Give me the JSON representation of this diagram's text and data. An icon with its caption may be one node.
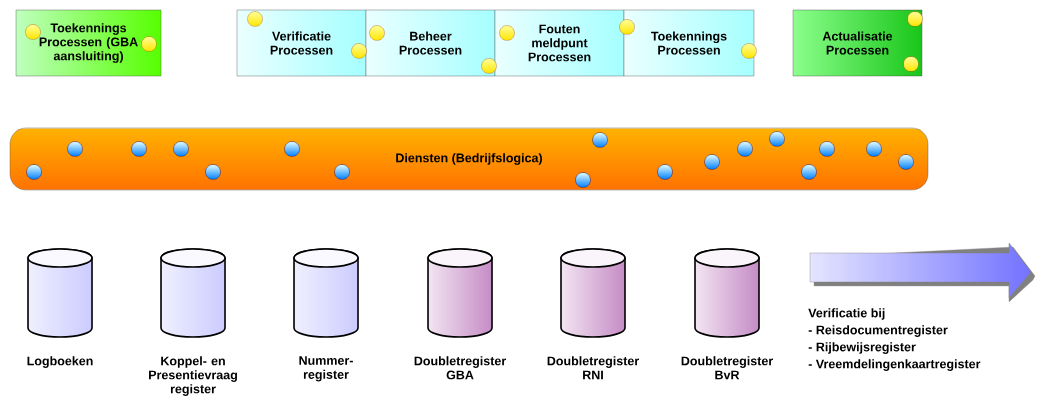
{
  "diagram": {
    "nodes": [
      {
        "text": [
          "Toekennings Processen (GBA aansluiting)"
        ]
      },
      {
        "text": [
          "Verificatie Processen"
        ]
      },
      {
        "text": [
          "Beheer Processen"
        ]
      },
      {
        "text": [
          "Fouten meldpunt Processen"
        ]
      },
      {
        "text": [
          "Toekennings Processen"
        ]
      },
      {
        "text": [
          "Actualisatie Processen"
        ]
      },
      {
        "text": [
          "Diensten (Bedrijfslogica)"
        ]
      },
      {
        "text": [
          "Logboeken"
        ]
      },
      {
        "text": [
          "Koppel- en Presentievraag register"
        ]
      },
      {
        "text": [
          "Nummer- register"
        ]
      },
      {
        "text": [
          "Doubletregister GBA"
        ]
      },
      {
        "text": [
          "Doubletregister RNI"
        ]
      },
      {
        "text": [
          "Doubletregister BvR"
        ]
      },
      {
        "text": [],
        "shape": "arrow",
        "beside": [
          "Verificatie bij",
          "- Reisdocumentregister",
          "- Rijbewijsregister",
          "- Vreemdelingenkaartregister"
        ]
      }
    ],
    "edges": []
  }
}
